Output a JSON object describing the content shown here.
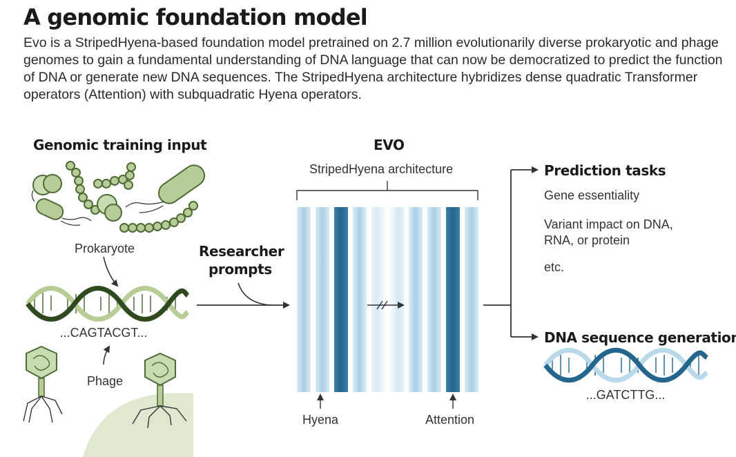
{
  "title": "A genomic foundation model",
  "description": "Evo is a StripedHyena-based foundation model pretrained on 2.7 million evolutionarily diverse prokaryotic and phage genomes to gain a fundamental understanding of DNA language that can now be democratized to predict the function of DNA or generate new DNA sequences. The StripedHyena architecture hybridizes dense quadratic Transformer operators (Attention) with subquadratic Hyena operators.",
  "input": {
    "heading": "Genomic training input",
    "prokaryote_label": "Prokaryote",
    "sequence": "...CAGTACGT...",
    "phage_label": "Phage"
  },
  "prompts_label": [
    "Researcher",
    "prompts"
  ],
  "model": {
    "heading": "EVO",
    "architecture_label": "StripedHyena architecture",
    "hyena_label": "Hyena",
    "attention_label": "Attention"
  },
  "outputs": {
    "prediction_heading": "Prediction tasks",
    "tasks": [
      "Gene essentiality",
      "Variant impact on DNA,",
      "RNA, or protein",
      "etc."
    ],
    "generation_heading": "DNA sequence generation",
    "generated_sequence": "...GATCTTG..."
  },
  "colors": {
    "green_dark": "#4e6a35",
    "green_light": "#b7cc96",
    "blue_dark": "#2c6f96",
    "blue_light": "#b9d9ea",
    "arrow": "#333333"
  }
}
